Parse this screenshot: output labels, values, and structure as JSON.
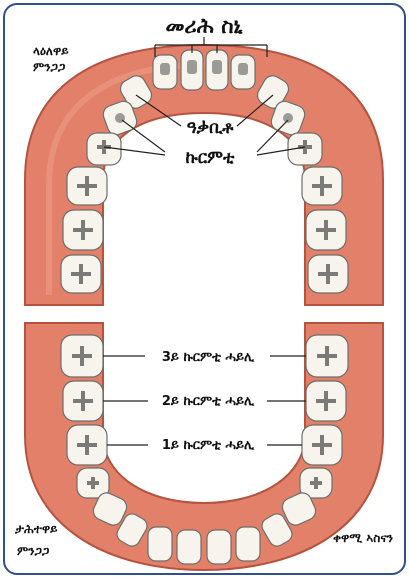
{
  "labels": {
    "incisors": "መሪሕ ስኒ",
    "upper_jaw_line1": "ላዕለዋይ",
    "upper_jaw_line2": "ምንጋጋ",
    "canine": "ዓቃቢቶ",
    "premolars": "ኩርምቲ",
    "molar_3": "3ይ ኩርምቲ ሓይሊ",
    "molar_2": "2ይ ኩርምቲ ሓይሊ",
    "molar_1": "1ይ ኩርምቲ ሓይሊ",
    "lower_jaw_line1": "ታሕተዋይ",
    "lower_jaw_line2": "ምንጋጋ",
    "permanent_teeth": "ቀዋሚ ኣስናን"
  },
  "colors": {
    "gum": "#e2806a",
    "gum_edge": "#b4533f",
    "gum_highlight": "#f0a08b",
    "tooth": "#f7f4ee",
    "tooth_shade": "#9a9a96",
    "frame": "#2f4f8f",
    "leader_line": "#222222"
  }
}
